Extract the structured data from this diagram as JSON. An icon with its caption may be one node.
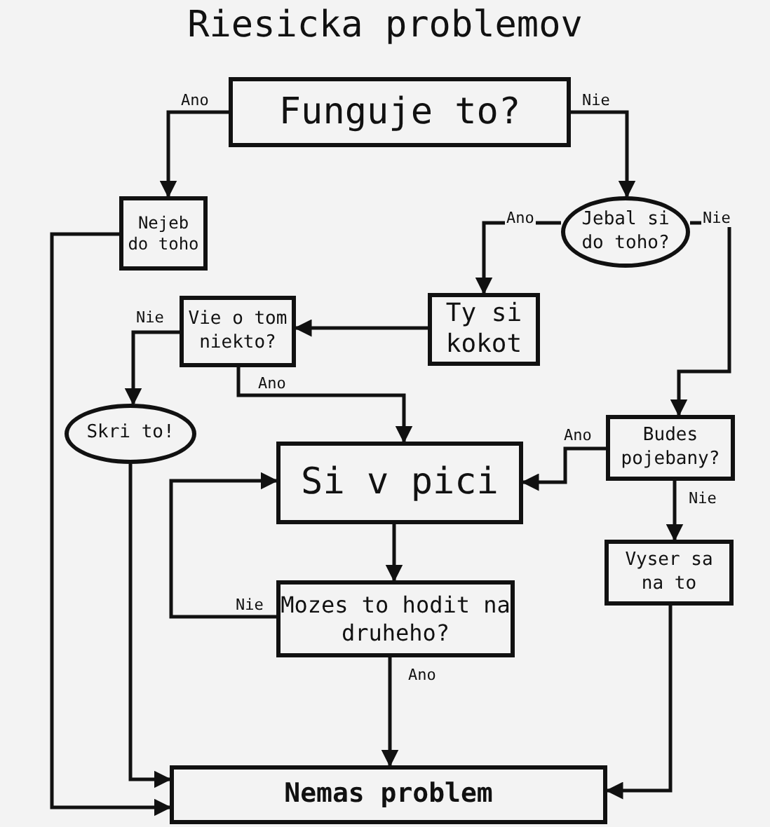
{
  "diagram": {
    "title": "Riesicka problemov",
    "nodes": [
      {
        "text": [
          "Funguje to?"
        ]
      },
      {
        "text": [
          "Nejeb do toho"
        ]
      },
      {
        "text": [
          "Jebal si do toho?"
        ]
      },
      {
        "text": [
          "Ty si kokot"
        ]
      },
      {
        "text": [
          "Vie o tom niekto?"
        ]
      },
      {
        "text": [
          "Skri to!"
        ]
      },
      {
        "text": [
          "Budes pojebany?"
        ]
      },
      {
        "text": [
          "Si v pici"
        ]
      },
      {
        "text": [
          "Vyser sa na to"
        ]
      },
      {
        "text": [
          "Mozes to hodit na druheho?"
        ]
      },
      {
        "text": [
          "Nemas problem"
        ]
      }
    ],
    "edges": [
      {
        "from": 0,
        "to": 1,
        "arrow": "to",
        "label": "Ano"
      },
      {
        "from": 0,
        "to": 2,
        "arrow": "to",
        "label": "Nie"
      },
      {
        "from": 2,
        "to": 3,
        "arrow": "to",
        "label": "Ano"
      },
      {
        "from": 2,
        "to": 6,
        "arrow": "to",
        "label": "Nie"
      },
      {
        "from": 3,
        "to": 4,
        "arrow": "to"
      },
      {
        "from": 4,
        "to": 5,
        "arrow": "to",
        "label": "Nie"
      },
      {
        "from": 4,
        "to": 7,
        "arrow": "to",
        "label": "Ano"
      },
      {
        "from": 6,
        "to": 7,
        "arrow": "to",
        "label": "Ano"
      },
      {
        "from": 6,
        "to": 8,
        "arrow": "to",
        "label": "Nie"
      },
      {
        "from": 7,
        "to": 9,
        "arrow": "to"
      },
      {
        "from": 9,
        "to": 7,
        "arrow": "to",
        "label": "Nie"
      },
      {
        "from": 9,
        "to": 10,
        "arrow": "to",
        "label": "Ano"
      },
      {
        "from": 1,
        "to": 10,
        "arrow": "to"
      },
      {
        "from": 5,
        "to": 10,
        "arrow": "to"
      },
      {
        "from": 8,
        "to": 10,
        "arrow": "to"
      }
    ]
  }
}
